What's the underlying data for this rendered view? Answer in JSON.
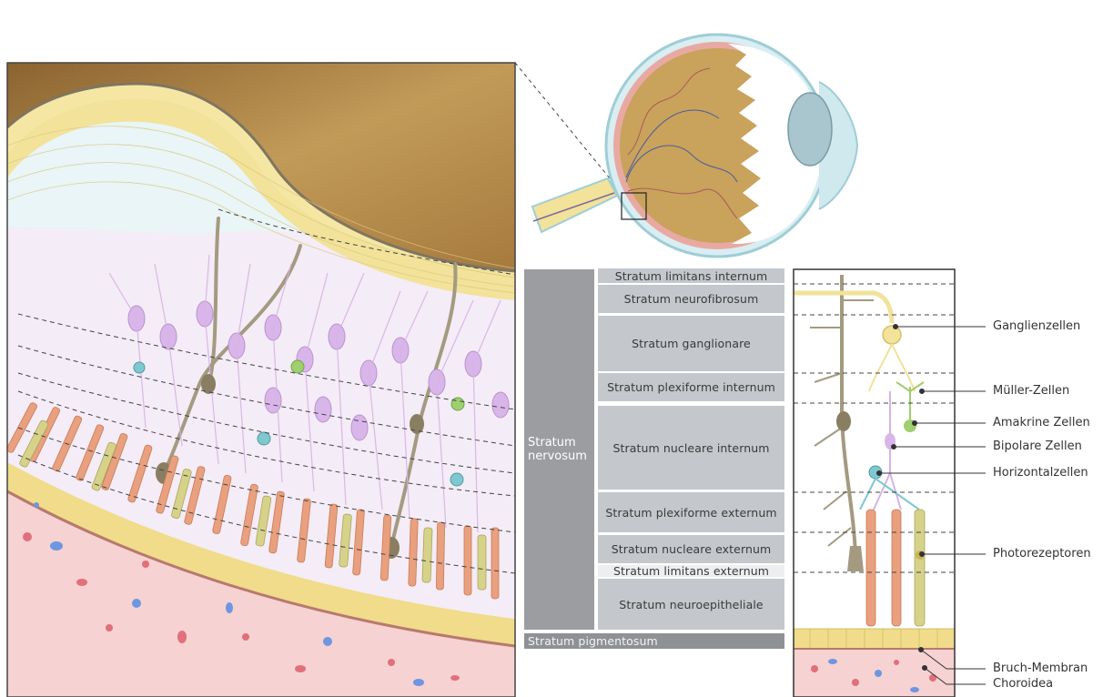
{
  "side_label": {
    "line1": "Stratum",
    "line2": "nervosum"
  },
  "layers": {
    "limitans_internum": "Stratum limitans internum",
    "neurofibrosum": "Stratum neurofibrosum",
    "ganglionare": "Stratum ganglionare",
    "plexiforme_internum": "Stratum plexiforme internum",
    "nucleare_internum": "Stratum nucleare internum",
    "plexiforme_externum": "Stratum plexiforme externum",
    "nucleare_externum": "Stratum nucleare externum",
    "limitans_externum": "Stratum limitans externum",
    "neuroepitheliale": "Stratum neuroepitheliale",
    "pigmentosum": "Stratum pigmentosum"
  },
  "callouts": {
    "ganglion": "Ganglienzellen",
    "mueller": "Müller-Zellen",
    "amakrin": "Amakrine Zellen",
    "bipolar": "Bipolare Zellen",
    "horizontal": "Horizontalzellen",
    "photo": "Photorezeptoren",
    "bruch": "Bruch-Membran",
    "choroid": "Choroidea"
  },
  "colors": {
    "nerve_fiber": "#f2e29a",
    "vitreous": "#b9904e",
    "muller": "#a49a80",
    "bipolar": "#d7b2e6",
    "amacrine": "#9fcf6e",
    "horizontal": "#7fc8d0",
    "rod": "#e8a07e",
    "cone": "#d6d28a",
    "pigment": "#f0dc8a",
    "choroid": "#f6d2d2"
  }
}
